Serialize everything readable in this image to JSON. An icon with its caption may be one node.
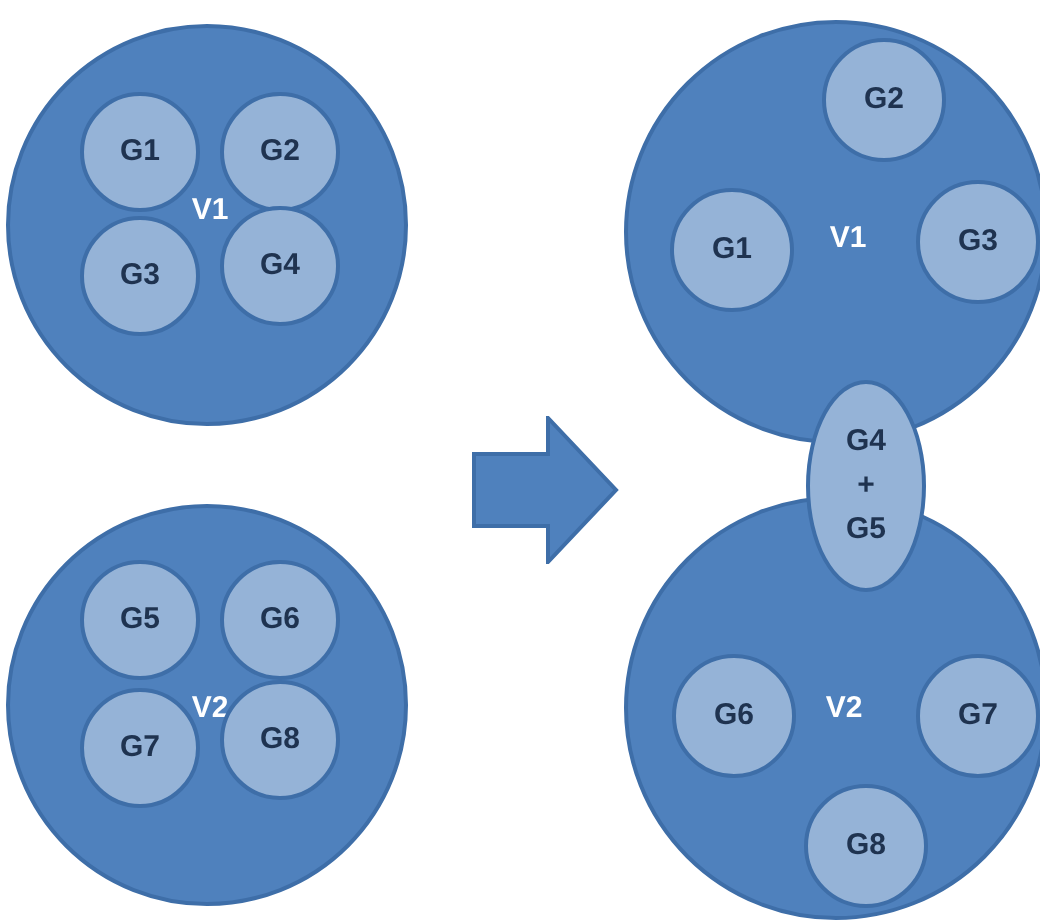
{
  "diagram": {
    "nodes": [
      {
        "text": [
          "V1"
        ]
      },
      {
        "text": [
          "G1"
        ],
        "in": 0
      },
      {
        "text": [
          "G2"
        ],
        "in": 0
      },
      {
        "text": [
          "G3"
        ],
        "in": 0
      },
      {
        "text": [
          "G4"
        ],
        "in": 0
      },
      {
        "text": [
          "V2"
        ]
      },
      {
        "text": [
          "G5"
        ],
        "in": 5
      },
      {
        "text": [
          "G6"
        ],
        "in": 5
      },
      {
        "text": [
          "G7"
        ],
        "in": 5
      },
      {
        "text": [
          "G8"
        ],
        "in": 5
      },
      {
        "text": [
          "V1"
        ]
      },
      {
        "text": [
          "G2"
        ],
        "in": 10
      },
      {
        "text": [
          "G1"
        ],
        "in": 10
      },
      {
        "text": [
          "G3"
        ],
        "in": 10
      },
      {
        "text": [
          "G4 + G5"
        ]
      },
      {
        "text": [
          "V2"
        ]
      },
      {
        "text": [
          "G6"
        ],
        "in": 15
      },
      {
        "text": [
          "G7"
        ],
        "in": 15
      },
      {
        "text": [
          "G8"
        ],
        "in": 15
      }
    ]
  }
}
